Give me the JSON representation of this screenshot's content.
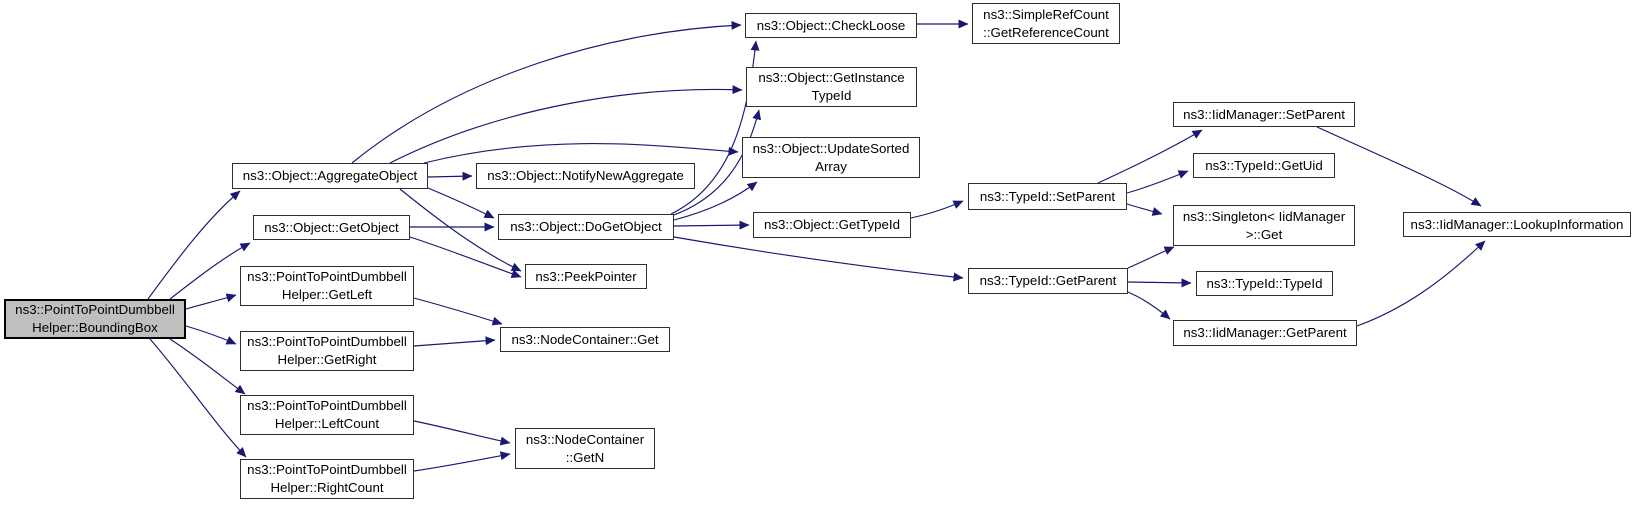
{
  "diagram": {
    "type": "call-graph",
    "colors": {
      "edge": "#191970",
      "node_fill": "#ffffff",
      "node_border": "#2e2e2e",
      "root_fill": "#bfbfbf",
      "root_border": "#000000",
      "text": "#000000"
    },
    "nodes": [
      {
        "id": "bounding-box",
        "root": true,
        "lines": [
          "ns3::PointToPointDumbbell",
          "Helper::BoundingBox"
        ]
      },
      {
        "id": "aggregate-object",
        "root": false,
        "lines": [
          "ns3::Object::AggregateObject"
        ]
      },
      {
        "id": "get-object",
        "root": false,
        "lines": [
          "ns3::Object::GetObject"
        ]
      },
      {
        "id": "get-left",
        "root": false,
        "lines": [
          "ns3::PointToPointDumbbell",
          "Helper::GetLeft"
        ]
      },
      {
        "id": "get-right",
        "root": false,
        "lines": [
          "ns3::PointToPointDumbbell",
          "Helper::GetRight"
        ]
      },
      {
        "id": "left-count",
        "root": false,
        "lines": [
          "ns3::PointToPointDumbbell",
          "Helper::LeftCount"
        ]
      },
      {
        "id": "right-count",
        "root": false,
        "lines": [
          "ns3::PointToPointDumbbell",
          "Helper::RightCount"
        ]
      },
      {
        "id": "notify-new-aggregate",
        "root": false,
        "lines": [
          "ns3::Object::NotifyNewAggregate"
        ]
      },
      {
        "id": "do-get-object",
        "root": false,
        "lines": [
          "ns3::Object::DoGetObject"
        ]
      },
      {
        "id": "peek-pointer",
        "root": false,
        "lines": [
          "ns3::PeekPointer"
        ]
      },
      {
        "id": "node-get",
        "root": false,
        "lines": [
          "ns3::NodeContainer::Get"
        ]
      },
      {
        "id": "node-getn",
        "root": false,
        "lines": [
          "ns3::NodeContainer",
          "::GetN"
        ]
      },
      {
        "id": "check-loose",
        "root": false,
        "lines": [
          "ns3::Object::CheckLoose"
        ]
      },
      {
        "id": "get-ref-count",
        "root": false,
        "lines": [
          "ns3::SimpleRefCount",
          "::GetReferenceCount"
        ]
      },
      {
        "id": "get-instance-typeid",
        "root": false,
        "lines": [
          "ns3::Object::GetInstance",
          "TypeId"
        ]
      },
      {
        "id": "update-sorted-array",
        "root": false,
        "lines": [
          "ns3::Object::UpdateSorted",
          "Array"
        ]
      },
      {
        "id": "get-typeid",
        "root": false,
        "lines": [
          "ns3::Object::GetTypeId"
        ]
      },
      {
        "id": "typeid-set-parent",
        "root": false,
        "lines": [
          "ns3::TypeId::SetParent"
        ]
      },
      {
        "id": "typeid-get-parent",
        "root": false,
        "lines": [
          "ns3::TypeId::GetParent"
        ]
      },
      {
        "id": "iid-set-parent",
        "root": false,
        "lines": [
          "ns3::IidManager::SetParent"
        ]
      },
      {
        "id": "typeid-get-uid",
        "root": false,
        "lines": [
          "ns3::TypeId::GetUid"
        ]
      },
      {
        "id": "singleton-get",
        "root": false,
        "lines": [
          "ns3::Singleton< IidManager",
          ">::Get"
        ]
      },
      {
        "id": "typeid-typeid",
        "root": false,
        "lines": [
          "ns3::TypeId::TypeId"
        ]
      },
      {
        "id": "iid-get-parent",
        "root": false,
        "lines": [
          "ns3::IidManager::GetParent"
        ]
      },
      {
        "id": "lookup-information",
        "root": false,
        "lines": [
          "ns3::IidManager::LookupInformation"
        ]
      }
    ],
    "edges": [
      {
        "from": "bounding-box",
        "to": "aggregate-object"
      },
      {
        "from": "bounding-box",
        "to": "get-object"
      },
      {
        "from": "bounding-box",
        "to": "get-left"
      },
      {
        "from": "bounding-box",
        "to": "get-right"
      },
      {
        "from": "bounding-box",
        "to": "left-count"
      },
      {
        "from": "bounding-box",
        "to": "right-count"
      },
      {
        "from": "aggregate-object",
        "to": "check-loose"
      },
      {
        "from": "aggregate-object",
        "to": "get-instance-typeid"
      },
      {
        "from": "aggregate-object",
        "to": "update-sorted-array"
      },
      {
        "from": "aggregate-object",
        "to": "notify-new-aggregate"
      },
      {
        "from": "aggregate-object",
        "to": "do-get-object"
      },
      {
        "from": "aggregate-object",
        "to": "peek-pointer"
      },
      {
        "from": "get-object",
        "to": "do-get-object"
      },
      {
        "from": "get-object",
        "to": "peek-pointer"
      },
      {
        "from": "do-get-object",
        "to": "check-loose"
      },
      {
        "from": "do-get-object",
        "to": "get-instance-typeid"
      },
      {
        "from": "do-get-object",
        "to": "update-sorted-array"
      },
      {
        "from": "do-get-object",
        "to": "get-typeid"
      },
      {
        "from": "do-get-object",
        "to": "typeid-get-parent"
      },
      {
        "from": "check-loose",
        "to": "get-ref-count"
      },
      {
        "from": "get-typeid",
        "to": "typeid-set-parent"
      },
      {
        "from": "typeid-set-parent",
        "to": "iid-set-parent"
      },
      {
        "from": "typeid-set-parent",
        "to": "typeid-get-uid"
      },
      {
        "from": "typeid-set-parent",
        "to": "singleton-get"
      },
      {
        "from": "typeid-get-parent",
        "to": "singleton-get"
      },
      {
        "from": "typeid-get-parent",
        "to": "typeid-typeid"
      },
      {
        "from": "typeid-get-parent",
        "to": "iid-get-parent"
      },
      {
        "from": "iid-set-parent",
        "to": "lookup-information"
      },
      {
        "from": "iid-get-parent",
        "to": "lookup-information"
      },
      {
        "from": "get-left",
        "to": "node-get"
      },
      {
        "from": "get-right",
        "to": "node-get"
      },
      {
        "from": "left-count",
        "to": "node-getn"
      },
      {
        "from": "right-count",
        "to": "node-getn"
      }
    ]
  }
}
